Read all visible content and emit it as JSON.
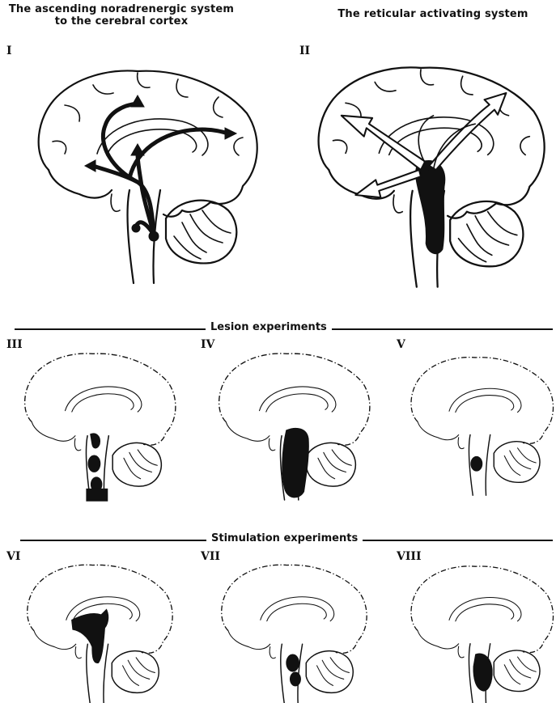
{
  "panels": {
    "noradrenergic": {
      "title_line1": "The ascending noradrenergic system",
      "title_line2": "to the cerebral cortex",
      "numeral": "I"
    },
    "reticular": {
      "title": "The reticular activating system",
      "numeral": "II"
    }
  },
  "sections": {
    "lesion": {
      "label": "Lesion experiments",
      "numerals": [
        "III",
        "IV",
        "V"
      ]
    },
    "stimulation": {
      "label": "Stimulation experiments",
      "numerals": [
        "VI",
        "VII",
        "VIII"
      ]
    }
  }
}
